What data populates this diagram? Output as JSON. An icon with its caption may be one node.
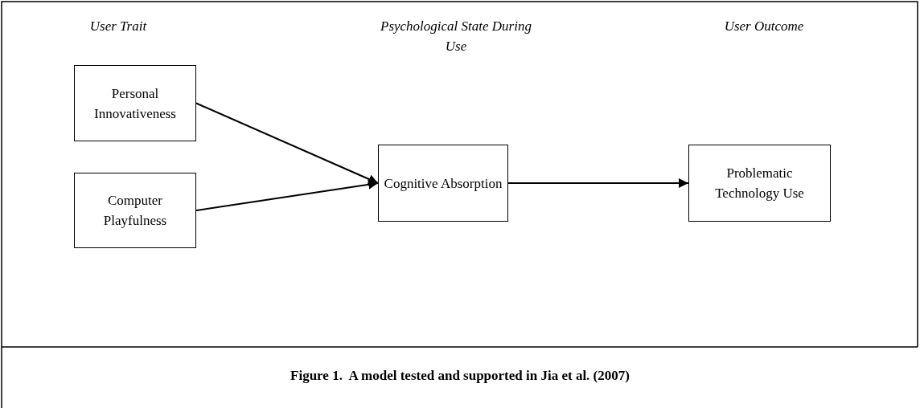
{
  "diagram": {
    "caption": "Figure 1.  A model tested and supported in Jia et al. (2007)",
    "nodes": [
      {
        "text": [
          "Personal Innovativeness"
        ]
      },
      {
        "text": [
          "Computer Playfulness"
        ]
      },
      {
        "text": [
          "Cognitive Absorption"
        ]
      },
      {
        "text": [
          "Problematic Technology Use"
        ]
      }
    ],
    "edges": [
      {
        "from": 0,
        "to": 2,
        "arrow": "to"
      },
      {
        "from": 1,
        "to": 2,
        "arrow": "to"
      },
      {
        "from": 2,
        "to": 3,
        "arrow": "to"
      }
    ],
    "labels": [
      "User Trait",
      "Psychological State During Use",
      "User Outcome"
    ]
  }
}
